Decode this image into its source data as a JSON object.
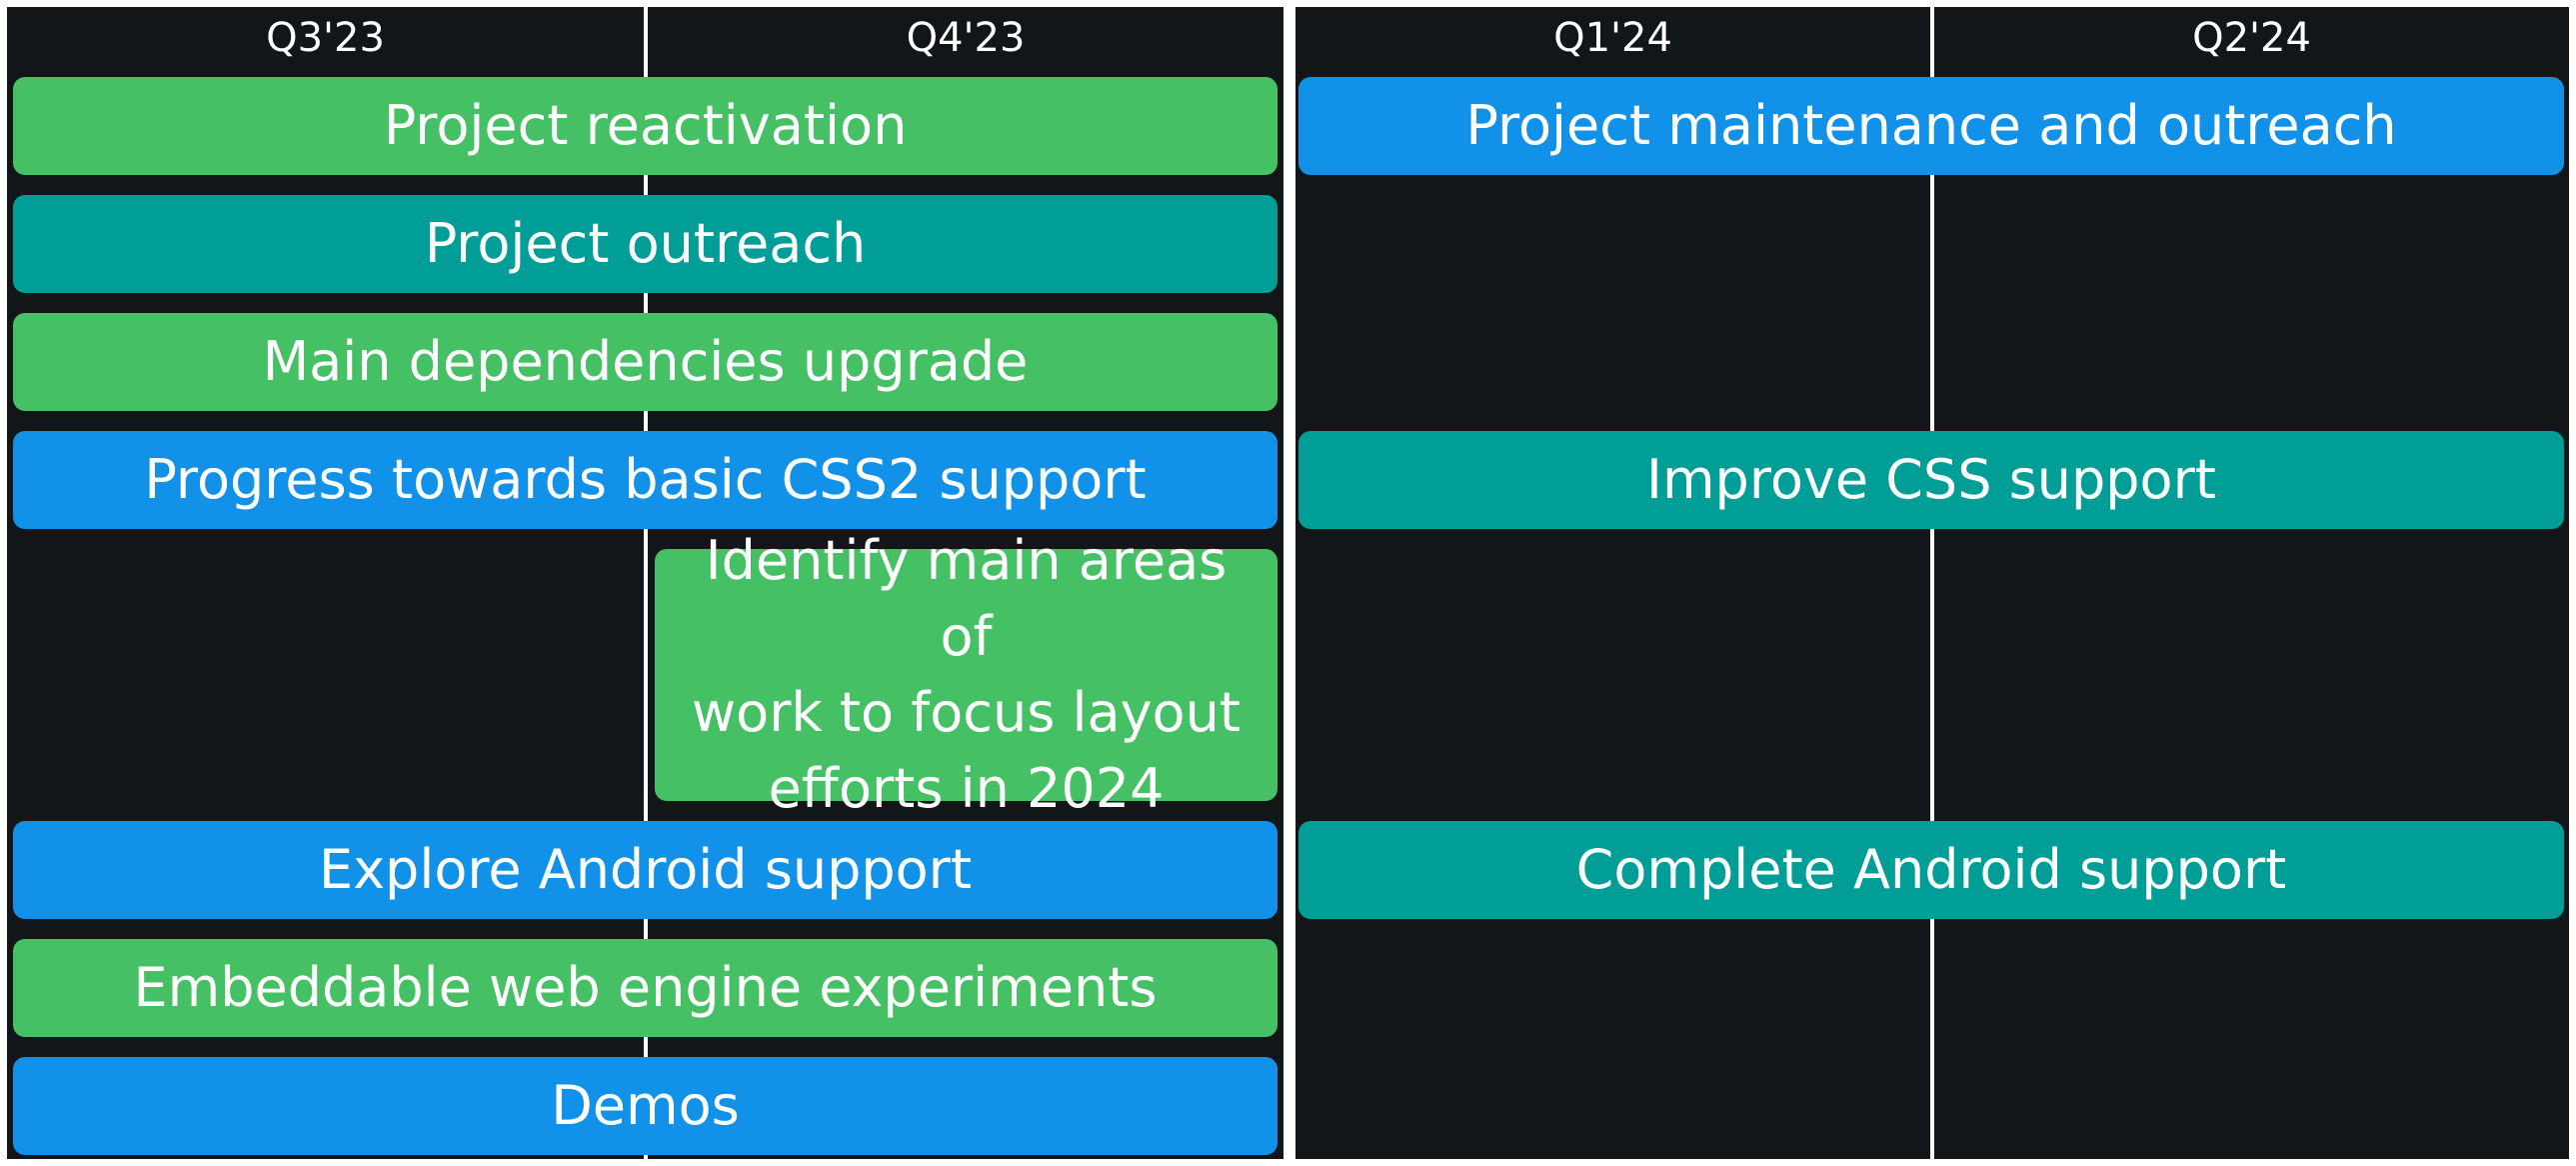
{
  "colors": {
    "background": "#121619",
    "frame": "#ffffff",
    "green": "#45c064",
    "teal": "#009e97",
    "blue": "#1291e8",
    "text": "#ffffff"
  },
  "quarters": [
    "Q3'23",
    "Q4'23",
    "Q1'24",
    "Q2'24"
  ],
  "tasks": [
    {
      "label": "Project reactivation",
      "color": "#45c064",
      "start_quarter": "Q3'23",
      "end_quarter": "Q4'23"
    },
    {
      "label": "Project outreach",
      "color": "#009e97",
      "start_quarter": "Q3'23",
      "end_quarter": "Q4'23"
    },
    {
      "label": "Main dependencies upgrade",
      "color": "#45c064",
      "start_quarter": "Q3'23",
      "end_quarter": "Q4'23"
    },
    {
      "label": "Progress towards basic CSS2 support",
      "color": "#1291e8",
      "start_quarter": "Q3'23",
      "end_quarter": "Q4'23"
    },
    {
      "label": "Identify main areas of\nwork to focus layout\nefforts in 2024",
      "color": "#45c064",
      "start_quarter": "Q4'23",
      "end_quarter": "Q4'23"
    },
    {
      "label": "Explore Android support",
      "color": "#1291e8",
      "start_quarter": "Q3'23",
      "end_quarter": "Q4'23"
    },
    {
      "label": "Embeddable web engine experiments",
      "color": "#45c064",
      "start_quarter": "Q3'23",
      "end_quarter": "Q4'23"
    },
    {
      "label": "Demos",
      "color": "#1291e8",
      "start_quarter": "Q3'23",
      "end_quarter": "Q4'23"
    },
    {
      "label": "Project maintenance and outreach",
      "color": "#1291e8",
      "start_quarter": "Q1'24",
      "end_quarter": "Q2'24"
    },
    {
      "label": "Improve CSS support",
      "color": "#009e97",
      "start_quarter": "Q1'24",
      "end_quarter": "Q2'24"
    },
    {
      "label": "Complete Android support",
      "color": "#009e97",
      "start_quarter": "Q1'24",
      "end_quarter": "Q2'24"
    }
  ]
}
